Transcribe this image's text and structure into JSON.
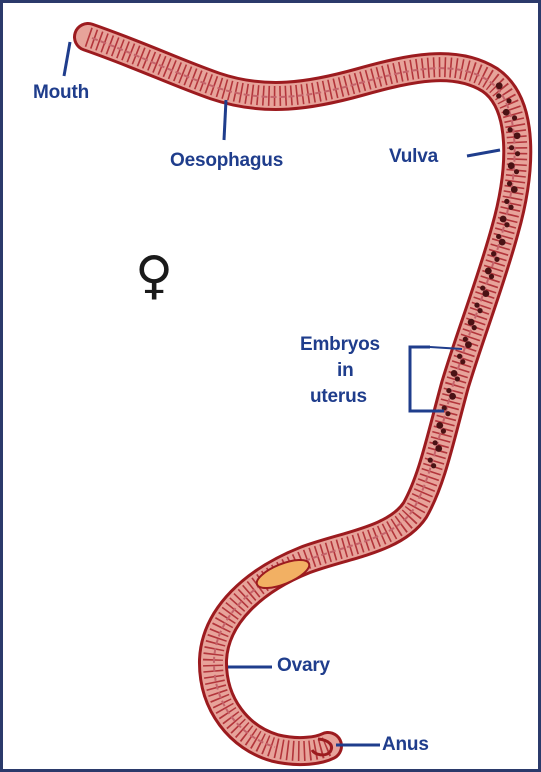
{
  "colors": {
    "outline": "#9c1b1f",
    "body_fill": "#e7a39a",
    "segment_lines": "#b3353b",
    "gut": "#c5636a",
    "embryos": "#4a1214",
    "ovary_fill": "#f2b063",
    "label_text": "#1f3d8c",
    "leader_lines": "#1f3d8c",
    "symbol": "#1a1a1a",
    "frame": "#2b3a6b"
  },
  "sex_symbol": "♀",
  "labels": {
    "mouth": "Mouth",
    "oesophagus": "Oesophagus",
    "vulva": "Vulva",
    "embryos_line1": "Embryos",
    "embryos_line2": "in",
    "embryos_line3": "uterus",
    "ovary": "Ovary",
    "anus": "Anus"
  }
}
